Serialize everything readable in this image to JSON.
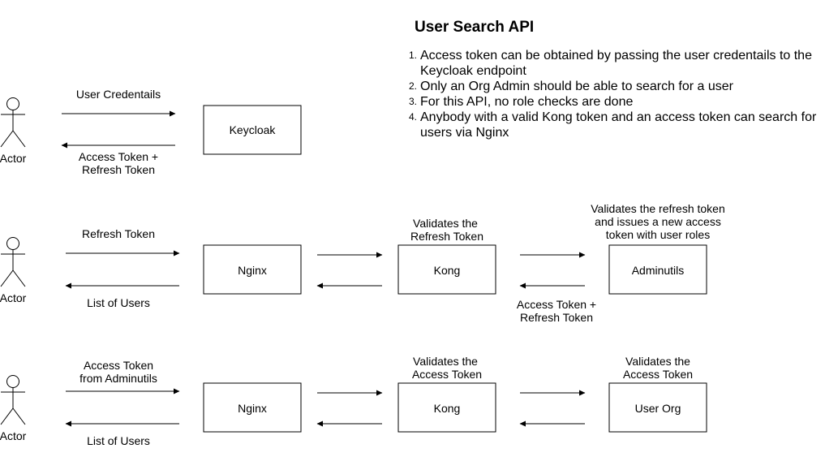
{
  "notes": {
    "title": "User Search API",
    "items": [
      {
        "num": "1.",
        "text": "Access token can be obtained by passing the user credentails to the Keycloak endpoint"
      },
      {
        "num": "2.",
        "text": "Only an Org Admin should be able to search for a user"
      },
      {
        "num": "3.",
        "text": "For this API, no role checks are done"
      },
      {
        "num": "4.",
        "text": "Anybody with a valid Kong token and an access token can search for users via Nginx"
      }
    ]
  },
  "row1": {
    "actor": "Actor",
    "request": "User Credentails",
    "response": [
      "Access Token +",
      "Refresh Token"
    ],
    "box": "Keycloak"
  },
  "row2": {
    "actor": "Actor",
    "request": "Refresh Token",
    "response": "List of Users",
    "box1": "Nginx",
    "box2": "Kong",
    "box2_note": [
      "Validates the",
      "Refresh Token"
    ],
    "box3": "Adminutils",
    "box3_note": [
      "Validates the refresh token",
      "and issues a new access",
      "token with user roles"
    ],
    "return_note": [
      "Access Token +",
      "Refresh Token"
    ]
  },
  "row3": {
    "actor": "Actor",
    "request": [
      "Access Token",
      "from Adminutils"
    ],
    "response": "List of Users",
    "box1": "Nginx",
    "box2": "Kong",
    "box2_note": [
      "Validates the",
      "Access Token"
    ],
    "box3": "User Org",
    "box3_note": [
      "Validates the",
      "Access Token"
    ]
  }
}
